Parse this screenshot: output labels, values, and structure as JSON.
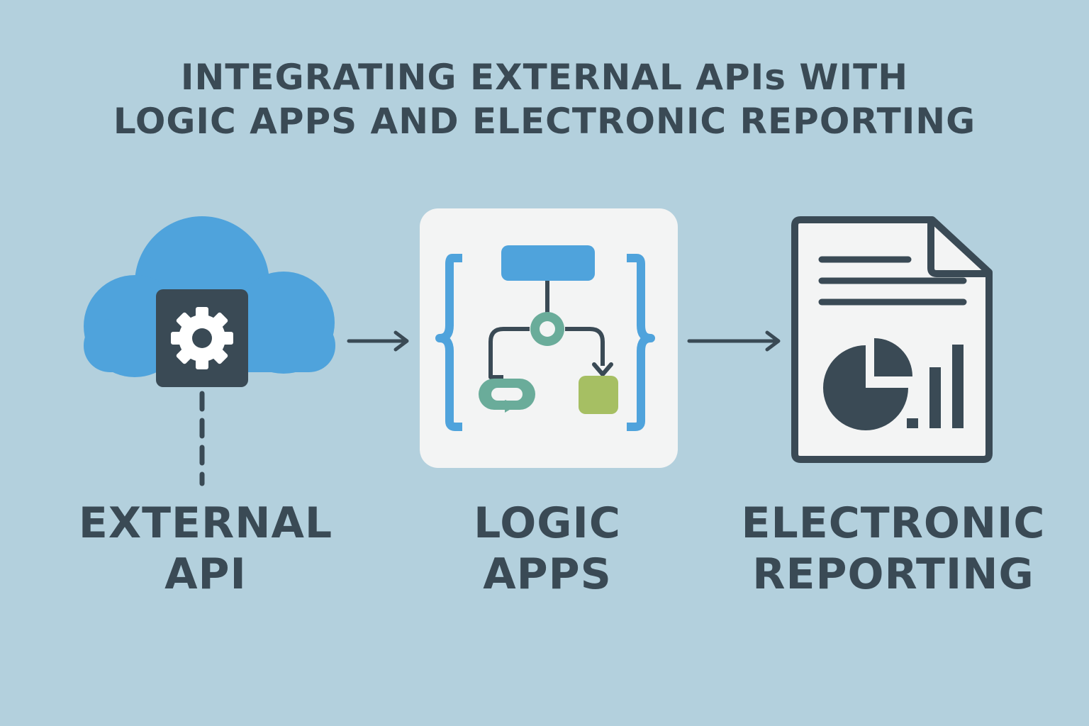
{
  "title": {
    "line1": "INTEGRATING EXTERNAL APIs WITH",
    "line2": "LOGIC APPS AND ELECTRONIC REPORTING"
  },
  "nodes": [
    {
      "icon": "cloud-gear-icon",
      "label_line1": "EXTERNAL",
      "label_line2": "API"
    },
    {
      "icon": "logic-flow-icon",
      "label_line1": "LOGIC",
      "label_line2": "APPS"
    },
    {
      "icon": "report-document-icon",
      "label_line1": "ELECTRONIC",
      "label_line2": "REPORTING"
    }
  ],
  "colors": {
    "background": "#b3d0dd",
    "text": "#3a4a55",
    "cloud_blue": "#4fa3dc",
    "dark_slate": "#3a4a55",
    "teal": "#6aac9a",
    "green": "#a6bf63",
    "panel": "#f3f4f4"
  }
}
